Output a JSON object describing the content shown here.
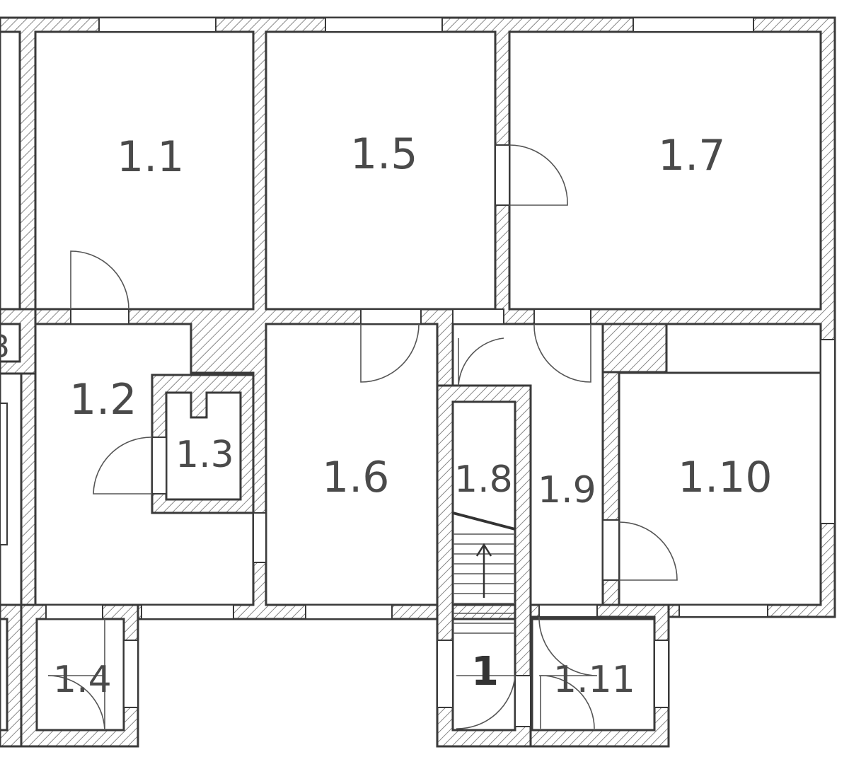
{
  "rooms": {
    "r1_1": "1.1",
    "r1_2": "1.2",
    "r1_3": "1.3",
    "r1_4": "1.4",
    "r1_5": "1.5",
    "r1_6": "1.6",
    "r1_7": "1.7",
    "r1_8": "1.8",
    "r1_9": "1.9",
    "r1_10": "1.10",
    "r1_11": "1.11"
  },
  "stair_label": "1",
  "edge_partial_label": "3",
  "colors": {
    "wall_line": "#3a3a3a",
    "hatch": "#6a6a6a",
    "label": "#4a4a4a",
    "background": "#ffffff"
  }
}
